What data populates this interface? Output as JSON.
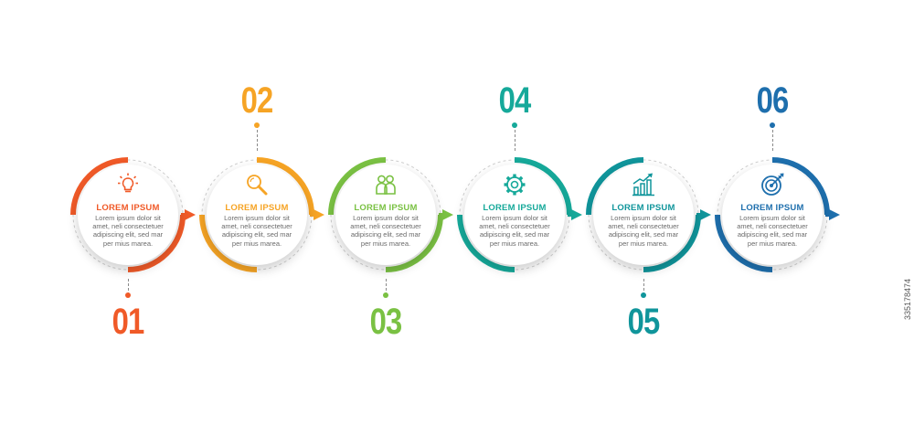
{
  "steps": [
    {
      "number": "01",
      "title": "LOREM IPSUM",
      "body": "Lorem ipsum dolor sit amet, neli consectetuer adipiscing elit, sed mar per mius marea.",
      "color": "#f05a28",
      "icon": "lightbulb-icon"
    },
    {
      "number": "02",
      "title": "LOREM IPSUM",
      "body": "Lorem ipsum dolor sit amet, neli consectetuer adipiscing elit, sed mar per mius marea.",
      "color": "#f6a425",
      "icon": "magnifier-icon"
    },
    {
      "number": "03",
      "title": "LOREM IPSUM",
      "body": "Lorem ipsum dolor sit amet, neli consectetuer adipiscing elit, sed mar per mius marea.",
      "color": "#7ac143",
      "icon": "people-icon"
    },
    {
      "number": "04",
      "title": "LOREM IPSUM",
      "body": "Lorem ipsum dolor sit amet, neli consectetuer adipiscing elit, sed mar per mius marea.",
      "color": "#16a99a",
      "icon": "gear-icon"
    },
    {
      "number": "05",
      "title": "LOREM IPSUM",
      "body": "Lorem ipsum dolor sit amet, neli consectetuer adipiscing elit, sed mar per mius marea.",
      "color": "#10959b",
      "icon": "growth-chart-icon"
    },
    {
      "number": "06",
      "title": "LOREM IPSUM",
      "body": "Lorem ipsum dolor sit amet, neli consectetuer adipiscing elit, sed mar per mius marea.",
      "color": "#1e6fad",
      "icon": "target-icon"
    }
  ],
  "watermark": "335178474"
}
